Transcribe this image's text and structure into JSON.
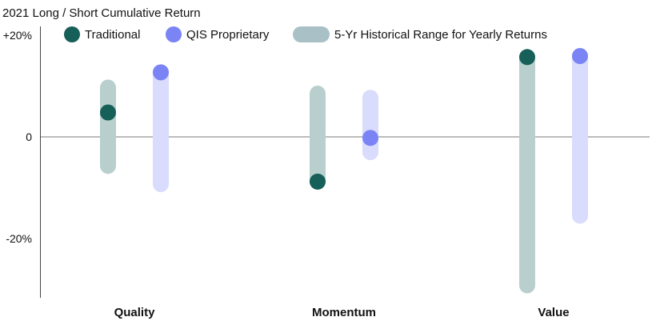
{
  "chart_data": {
    "type": "dot-range",
    "title": "2021 Long / Short Cumulative Return",
    "xlabel": "",
    "ylabel": "",
    "ylim": [
      -31,
      20
    ],
    "yticks": [
      20,
      0,
      -20
    ],
    "ytick_labels": [
      "+20%",
      "0",
      "-20%"
    ],
    "grid": false,
    "zero_line": true,
    "legend_position": "top",
    "categories": [
      "Quality",
      "Momentum",
      "Value"
    ],
    "series": [
      {
        "name": "Traditional",
        "color": "#175f59",
        "range_color": "#b8cfcd",
        "values": [
          4.8,
          -8.8,
          15.7
        ],
        "range": [
          [
            -5.7,
            9.7
          ],
          [
            -8.8,
            8.5
          ],
          [
            -29.2,
            15.7
          ]
        ]
      },
      {
        "name": "QIS Proprietary",
        "color": "#7a84f5",
        "range_color": "#d9dcfc",
        "values": [
          12.7,
          -0.2,
          15.9
        ],
        "range": [
          [
            -9.3,
            12.7
          ],
          [
            -3.0,
            7.7
          ],
          [
            -15.5,
            15.9
          ]
        ]
      }
    ],
    "range_legend": {
      "name": "5-Yr Historical Range for Yearly Returns",
      "color": "#a9c0c7"
    }
  }
}
